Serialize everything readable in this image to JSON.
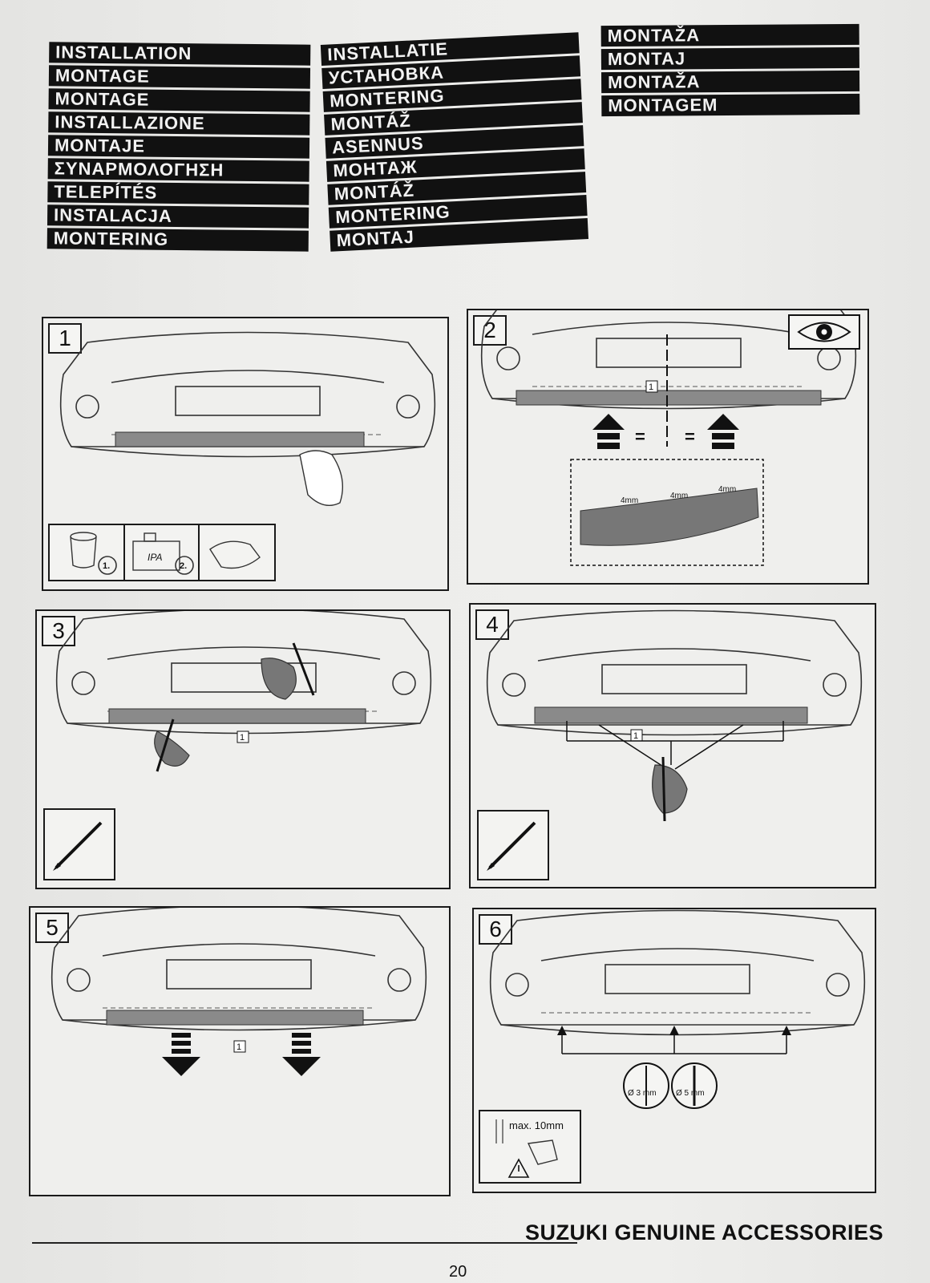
{
  "titles": {
    "col1": [
      "INSTALLATION",
      "MONTAGE",
      "MONTAGE",
      "INSTALLAZIONE",
      "MONTAJE",
      "ΣΥΝΑΡΜΟΛΟΓΗΣΗ",
      "TELEPÍTÉS",
      "INSTALACJA",
      "MONTERING"
    ],
    "col2": [
      "INSTALLATIE",
      "УСТАНОВКА",
      "MONTERING",
      "MONTÁŽ",
      "ASENNUS",
      "МОНТАЖ",
      "MONTÁŽ",
      "MONTERING",
      "MONTAJ"
    ],
    "col3": [
      "MONTAŽA",
      "MONTAJ",
      "MONTAŽA",
      "MONTAGEM"
    ]
  },
  "steps": [
    {
      "number": "1",
      "supplies": {
        "item1_label": "1.",
        "item2_text": "IPA",
        "item2_label": "2."
      }
    },
    {
      "number": "2",
      "part_ref": "1",
      "gap_label": "4mm",
      "equals": "="
    },
    {
      "number": "3",
      "part_ref": "1"
    },
    {
      "number": "4",
      "part_ref": "1"
    },
    {
      "number": "5",
      "part_ref": "1"
    },
    {
      "number": "6",
      "drill_small": "Ø 3 mm",
      "drill_large": "Ø 5 mm",
      "depth_note": "max. 10mm"
    }
  ],
  "footer": {
    "brand": "SUZUKI GENUINE ACCESSORIES",
    "page_number": "20"
  }
}
